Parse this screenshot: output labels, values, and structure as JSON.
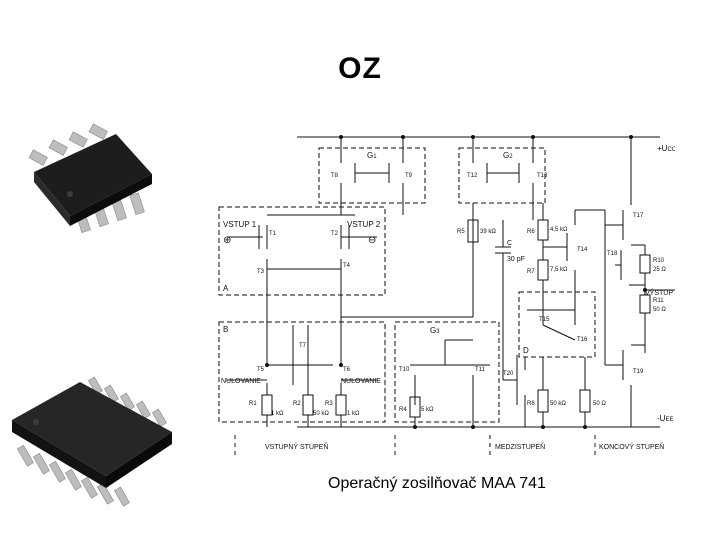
{
  "title": "OZ",
  "caption": "Operačný zosilňovač MAA 741",
  "schematic": {
    "supply_pos": "+U",
    "supply_pos_sub": "CC",
    "supply_neg": "-U",
    "supply_neg_sub": "EE",
    "block_a": "A",
    "block_b": "B",
    "block_d": "D",
    "input1": "VSTUP 1",
    "input2": "VSTUP 2",
    "plus": "⊕",
    "minus": "⊖",
    "null1": "NULOVANIE",
    "null2": "NULOVANIE",
    "output": "VÝSTUP",
    "g1": "G",
    "g1_sub": "1",
    "g2": "G",
    "g2_sub": "2",
    "g3": "G",
    "g3_sub": "3",
    "cap_label": "C",
    "cap_value": "30 pF",
    "transistors": {
      "t1": "T1",
      "t2": "T2",
      "t3": "T3",
      "t4": "T4",
      "t5": "T5",
      "t6": "T6",
      "t7": "T7",
      "t8": "T8",
      "t9": "T9",
      "t10": "T10",
      "t11": "T11",
      "t12": "T12",
      "t13": "T13",
      "t14": "T14",
      "t15": "T15",
      "t16": "T16",
      "t17": "T17",
      "t18": "T18",
      "t19": "T19",
      "t20": "T20"
    },
    "resistors": {
      "r1_name": "R1",
      "r1_val": "1 kΩ",
      "r2_name": "R2",
      "r2_val": "50 kΩ",
      "r3_name": "R3",
      "r3_val": "1 kΩ",
      "r4_name": "R4",
      "r4_val": "5 kΩ",
      "r5_name": "R5",
      "r5_val": "39 kΩ",
      "r6_name": "R6",
      "r6_val": "4,5 kΩ",
      "r7_name": "R7",
      "r7_val": "7,5 kΩ",
      "r8_name": "R8",
      "r8_val": "50 kΩ",
      "r9_val": "50 Ω",
      "r10_name": "R10",
      "r10_val": "25 Ω",
      "r11_name": "R11",
      "r11_val": "50 Ω"
    },
    "stage_input": "VSTUPNÝ STUPEŇ",
    "stage_mid": "MEDZISTUPEŇ",
    "stage_end": "KONCOVÝ STUPEŇ"
  },
  "chips": [
    "soic-8-chip",
    "soic-14-chip"
  ]
}
